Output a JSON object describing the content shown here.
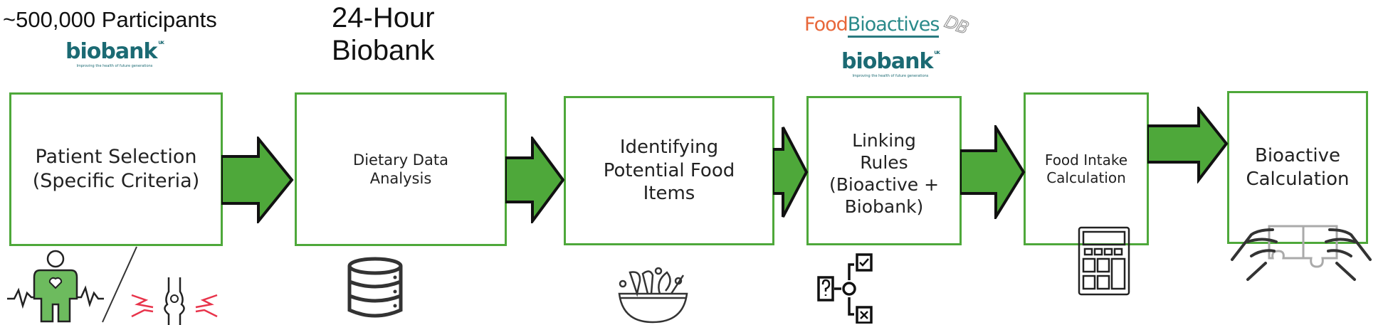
{
  "header_labels": {
    "participants": "~500,000 Participants",
    "dataset": "24-Hour\nBiobank"
  },
  "logos": {
    "biobank": "biobank",
    "biobank_sup": "UK",
    "biobank_tagline": "Improving the health of future generations",
    "foodbio_food": "Food",
    "foodbio_bioactives": "Bioactives",
    "foodbio_db": "DB"
  },
  "steps": [
    {
      "label": "Patient Selection\n(Specific Criteria)"
    },
    {
      "label": "Dietary Data\nAnalysis"
    },
    {
      "label": "Identifying\nPotential Food\nItems"
    },
    {
      "label": "Linking\nRules\n(Bioactive +\nBiobank)"
    },
    {
      "label": "Food Intake\nCalculation"
    },
    {
      "label": "Bioactive\nCalculation"
    }
  ],
  "colors": {
    "box_border": "#4ea83a",
    "arrow_fill": "#4ea83a",
    "arrow_stroke": "#111111",
    "patient_icon": "#6dbb5e",
    "pain": "#e8334a",
    "biobank": "#1b6a73"
  }
}
